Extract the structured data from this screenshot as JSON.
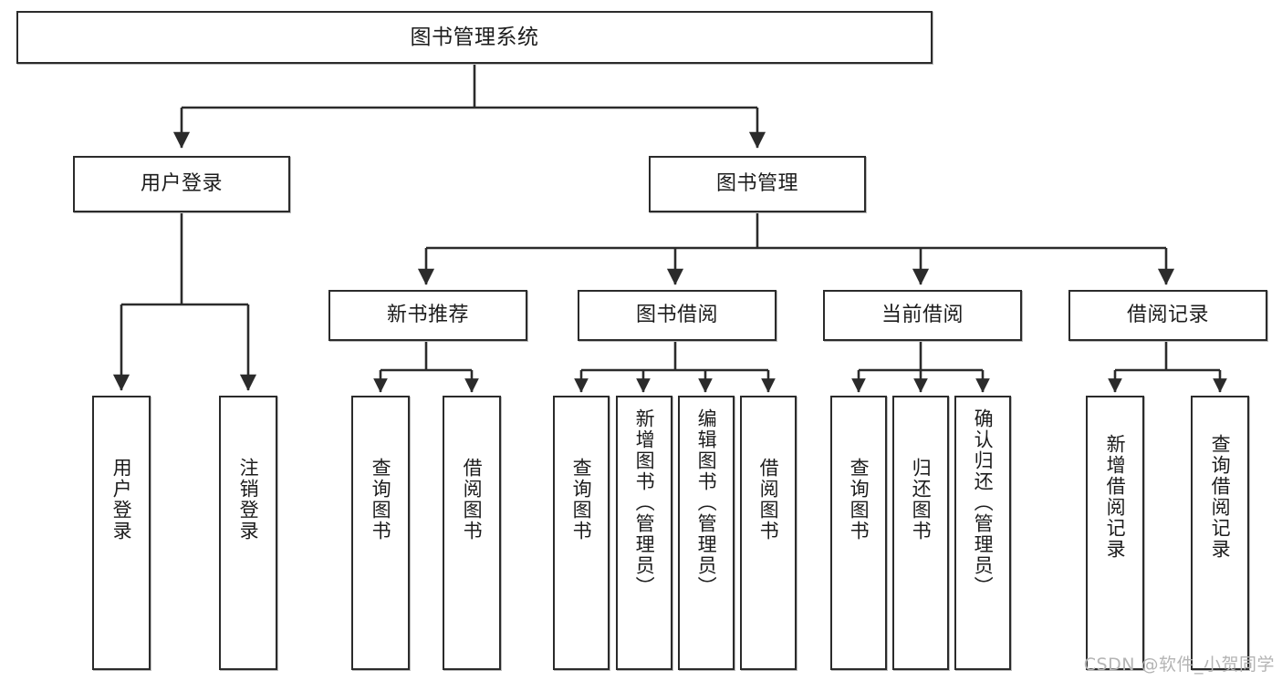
{
  "diagram": {
    "title": "图书管理系统",
    "type": "hierarchy-tree",
    "watermark": "CSDN @软件_小贺同学",
    "colors": {
      "background": "#ffffff",
      "node_border": "#2b2b2b",
      "node_fill": "#ffffff",
      "edge": "#2b2b2b",
      "shadow": "#bdbdbd",
      "watermark": "#b4b4b4"
    },
    "levels": {
      "root": [
        "图书管理系统"
      ],
      "level2": [
        "用户登录",
        "图书管理"
      ],
      "level3": [
        "新书推荐",
        "图书借阅",
        "当前借阅",
        "借阅记录"
      ],
      "leaves": [
        "用户登录",
        "注销登录",
        "查询图书",
        "借阅图书",
        "查询图书",
        "新增图书（管理员）",
        "编辑图书（管理员）",
        "借阅图书",
        "查询图书",
        "归还图书",
        "确认归还（管理员）",
        "新增借阅记录",
        "查询借阅记录"
      ]
    },
    "nodes": {
      "root": {
        "label": "图书管理系统"
      },
      "user_login": {
        "label": "用户登录"
      },
      "book_manage": {
        "label": "图书管理"
      },
      "new_book_rec": {
        "label": "新书推荐"
      },
      "book_borrow": {
        "label": "图书借阅"
      },
      "current_borrow": {
        "label": "当前借阅"
      },
      "borrow_record": {
        "label": "借阅记录"
      },
      "leaf_user_login": {
        "label": "用户登录"
      },
      "leaf_user_logout": {
        "label": "注销登录"
      },
      "leaf_nbr_query": {
        "label": "查询图书"
      },
      "leaf_nbr_borrow": {
        "label": "借阅图书"
      },
      "leaf_bb_query": {
        "label": "查询图书"
      },
      "leaf_bb_add": {
        "label": "新增图书（管理员）"
      },
      "leaf_bb_edit": {
        "label": "编辑图书（管理员）"
      },
      "leaf_bb_borrow": {
        "label": "借阅图书"
      },
      "leaf_cb_query": {
        "label": "查询图书"
      },
      "leaf_cb_return": {
        "label": "归还图书"
      },
      "leaf_cb_confirm": {
        "label": "确认归还（管理员）"
      },
      "leaf_br_add": {
        "label": "新增借阅记录"
      },
      "leaf_br_query": {
        "label": "查询借阅记录"
      }
    }
  }
}
